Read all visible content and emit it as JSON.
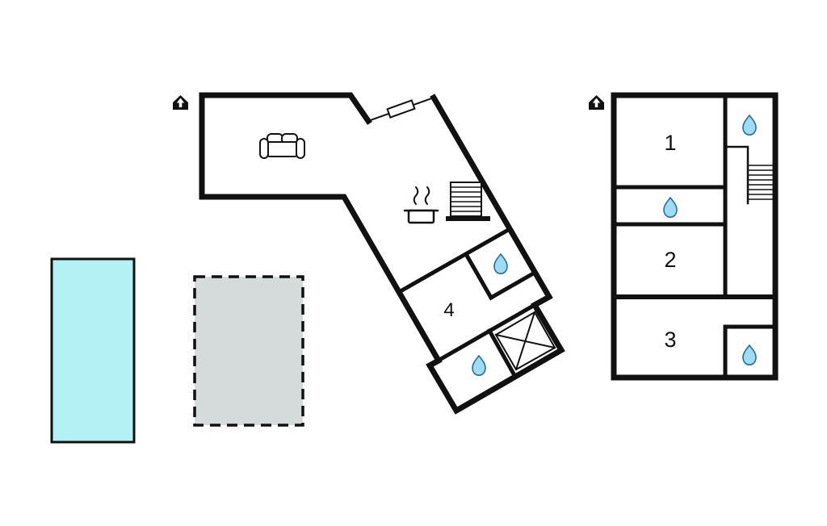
{
  "colors": {
    "background": "#ffffff",
    "wall": "#111111",
    "pool_fill": "#b4f1f5",
    "terrace_fill": "#d5dada",
    "drop_fill": "#9fdcf4",
    "drop_stroke": "#2e6d95"
  },
  "ground_floor": {
    "room4_label": "4"
  },
  "first_floor": {
    "room1_label": "1",
    "room2_label": "2",
    "room3_label": "3"
  }
}
